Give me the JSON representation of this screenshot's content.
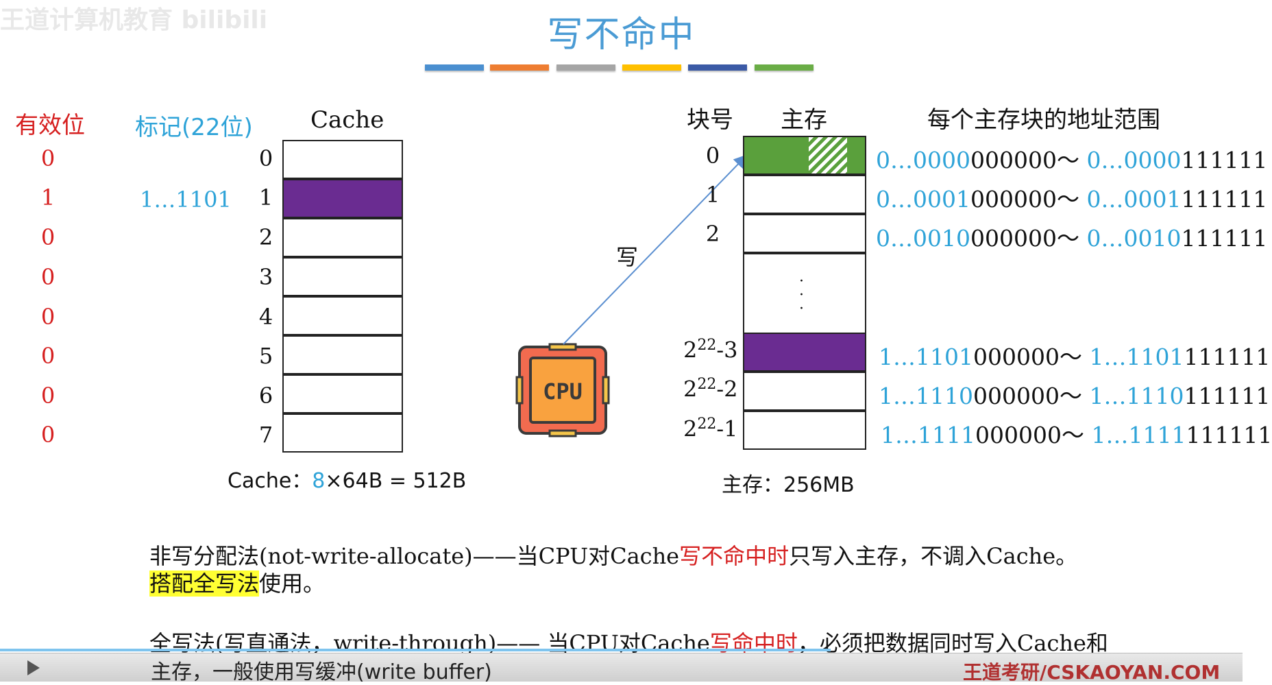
{
  "title": "写不命中",
  "watermark": "王道计算机教育 bilibili",
  "colors": {
    "bars": [
      "#4a8fd0",
      "#ee7d31",
      "#a5a5a5",
      "#ffc000",
      "#3b5aa6",
      "#6aad46"
    ],
    "valid_red": "#d62020",
    "tag_blue": "#2ea3d8",
    "purple": "#6a2c91",
    "green": "#5aa03c"
  },
  "cache": {
    "valid_header": "有效位",
    "tag_header": "标记(22位)",
    "header": "Cache",
    "valid_bits": [
      "0",
      "1",
      "0",
      "0",
      "0",
      "0",
      "0",
      "0"
    ],
    "row_numbers": [
      "0",
      "1",
      "2",
      "3",
      "4",
      "5",
      "6",
      "7"
    ],
    "tag_row1": "1…1101",
    "size_prefix": "Cache：",
    "size_count": "8",
    "size_rest": "×64B = 512B"
  },
  "memory": {
    "block_header": "块号",
    "mem_header": "主存",
    "range_header": "每个主存块的地址范围",
    "block_numbers": [
      "0",
      "1",
      "2"
    ],
    "exp_base": "2",
    "exp_power": "22",
    "exp_suffixes": [
      "-3",
      "-2",
      "-1"
    ],
    "ellipsis": "·\n·\n·",
    "size_label": "主存：256MB",
    "ranges": [
      {
        "a1": "0…0000",
        "a2": "000000",
        "sep": "～ ",
        "b1": "0…0000",
        "b2": "111111"
      },
      {
        "a1": "0…0001",
        "a2": "000000",
        "sep": "～ ",
        "b1": "0…0001",
        "b2": "111111"
      },
      {
        "a1": "0…0010",
        "a2": "000000",
        "sep": "～ ",
        "b1": "0…0010",
        "b2": "111111"
      },
      {
        "a1": "1…1101",
        "a2": "000000",
        "sep": "～ ",
        "b1": "1…1101",
        "b2": "111111"
      },
      {
        "a1": "1…1110",
        "a2": "000000",
        "sep": "～ ",
        "b1": "1…1110",
        "b2": "111111"
      },
      {
        "a1": "1…1111",
        "a2": "000000",
        "sep": "～ ",
        "b1": "1…1111",
        "b2": "111111"
      }
    ]
  },
  "cpu": {
    "label": "CPU",
    "write_label": "写"
  },
  "text": {
    "p1_a": "非写分配法(not-write-allocate)——当CPU对Cache",
    "p1_red": "写不命中时",
    "p1_b": "只写入主存，不调入Cache。",
    "p2_hl": "搭配全写法",
    "p2_b": "使用。",
    "p3_a": "全写法(写直通法，write-through)—— 当CPU对Cache",
    "p3_red": "写命中时",
    "p3_b": "，必须把数据同时写入Cache和",
    "p4": "主存，一般使用写缓冲(write buffer)"
  },
  "footer_brand": "王道考研/CSKAOYAN.COM"
}
